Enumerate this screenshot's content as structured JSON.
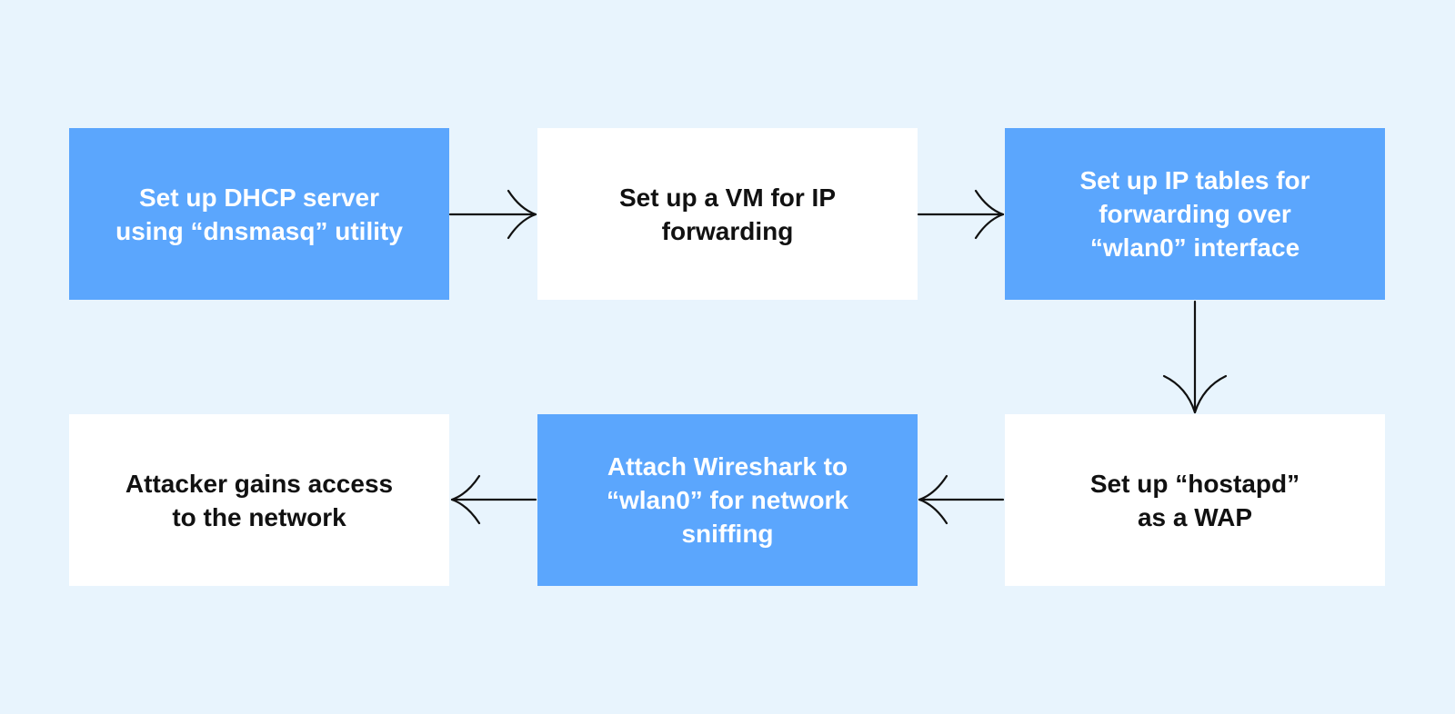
{
  "diagram": {
    "background_color": "#e8f4fd",
    "accent_color": "#5ba6fd",
    "steps": [
      {
        "label": "Set up DHCP server\nusing “dnsmasq” utility",
        "style": "blue"
      },
      {
        "label": "Set up a VM for IP\nforwarding",
        "style": "white"
      },
      {
        "label": "Set up IP tables for\nforwarding over\n“wlan0” interface",
        "style": "blue"
      },
      {
        "label": "Set up “hostapd”\nas a WAP",
        "style": "white"
      },
      {
        "label": "Attach Wireshark to\n“wlan0” for network\nsniffing",
        "style": "blue"
      },
      {
        "label": "Attacker gains access\nto the network",
        "style": "white"
      }
    ]
  }
}
